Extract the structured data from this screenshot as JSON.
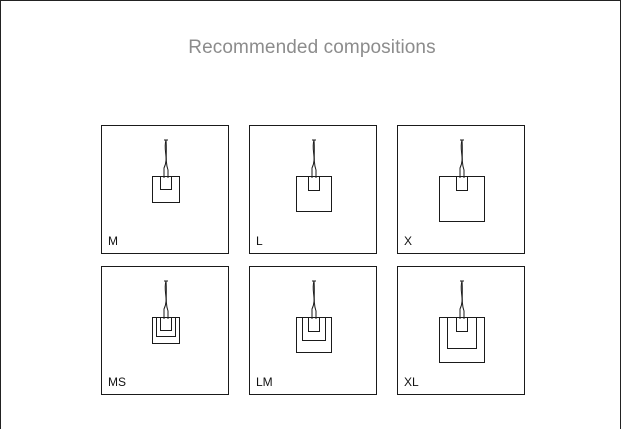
{
  "title": "Recommended compositions",
  "compositions": [
    {
      "label": "M"
    },
    {
      "label": "L"
    },
    {
      "label": "X"
    },
    {
      "label": "MS"
    },
    {
      "label": "LM"
    },
    {
      "label": "XL"
    }
  ]
}
